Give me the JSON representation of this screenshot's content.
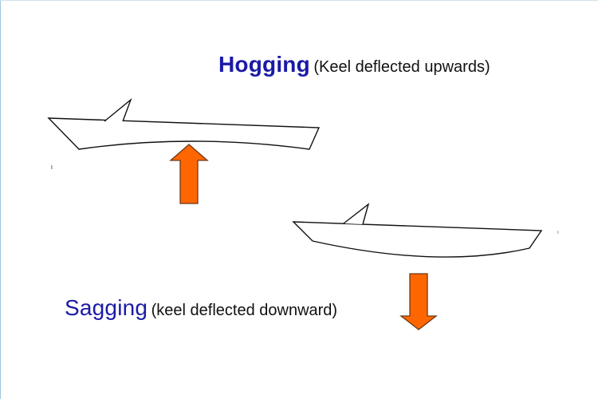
{
  "hogging": {
    "term": "Hogging",
    "description": "(Keel deflected upwards)"
  },
  "sagging": {
    "term": "Sagging",
    "description": "(keel deflected downward)"
  },
  "colors": {
    "term_text": "#1a1aa6",
    "arrow_fill": "#ff6600",
    "arrow_stroke": "#6b3a1a",
    "hull_stroke": "#111111"
  },
  "icons": {
    "hog_arrow": "arrow-up-icon",
    "sag_arrow": "arrow-down-icon"
  }
}
